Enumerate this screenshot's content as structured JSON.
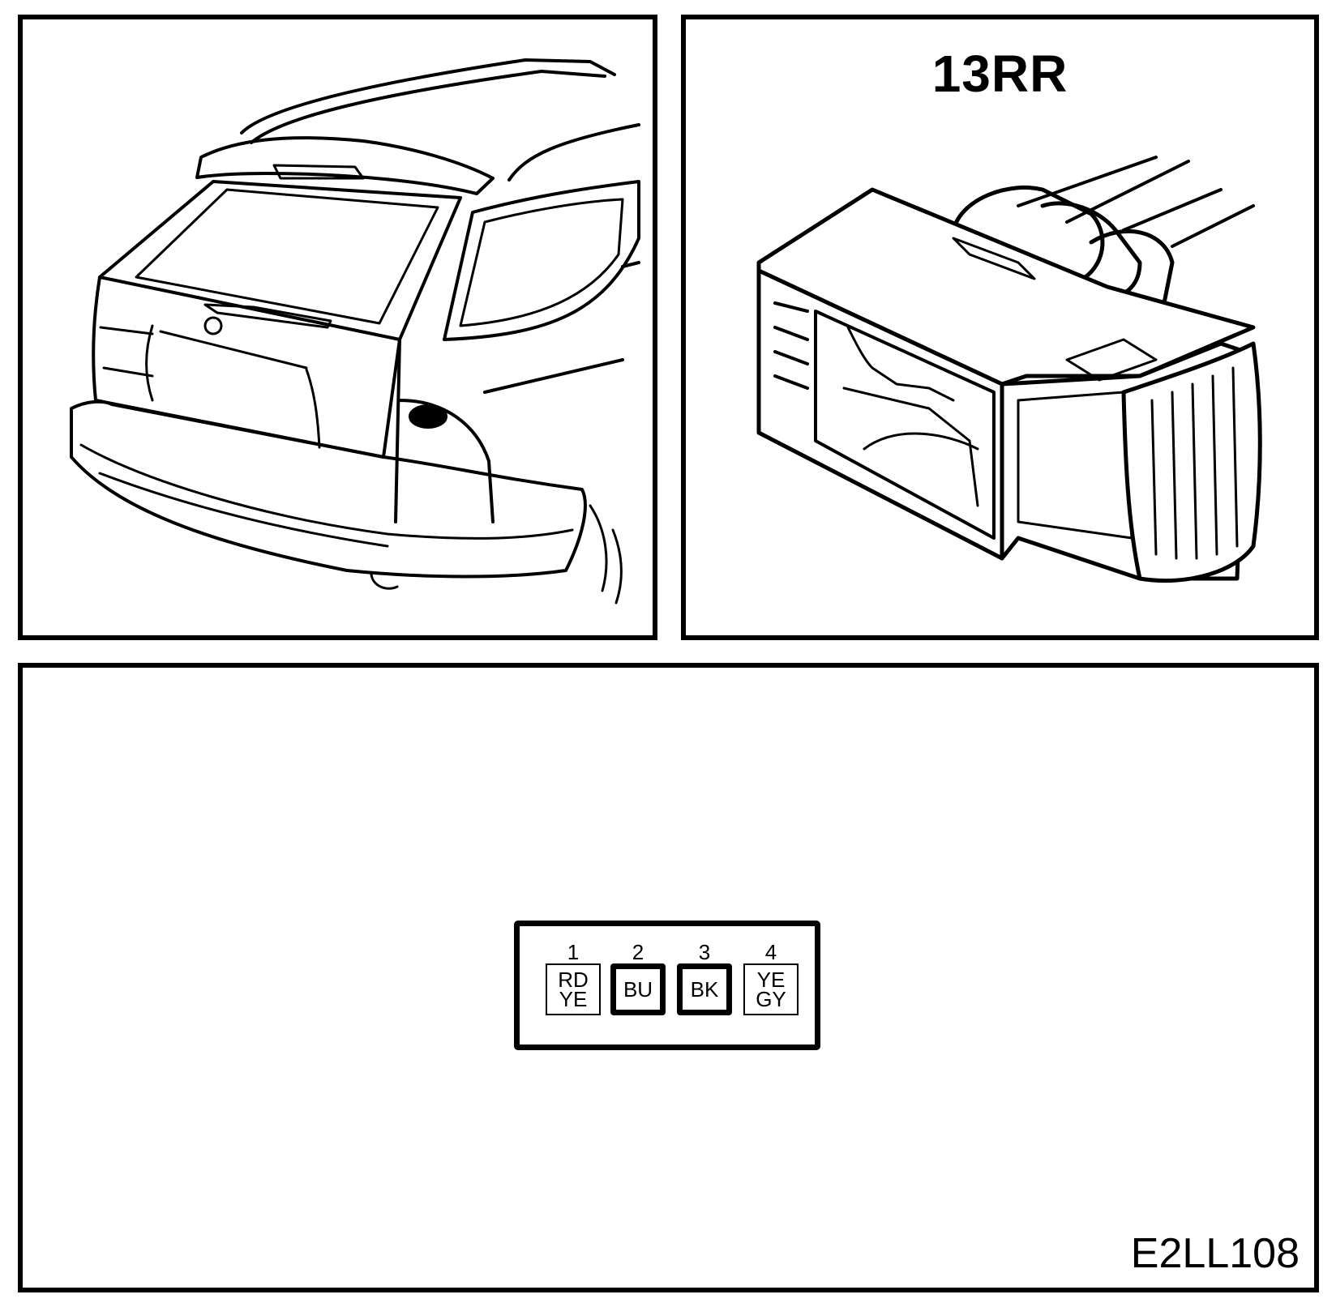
{
  "connector": {
    "title": "13RR",
    "reference": "E2LL108",
    "pins": [
      {
        "number": "1",
        "colors": [
          "RD",
          "YE"
        ],
        "style": "bracket"
      },
      {
        "number": "2",
        "colors": [
          "BU"
        ],
        "style": "solid"
      },
      {
        "number": "3",
        "colors": [
          "BK"
        ],
        "style": "solid"
      },
      {
        "number": "4",
        "colors": [
          "YE",
          "GY"
        ],
        "style": "bracket"
      }
    ]
  },
  "illustrations": {
    "vehicle": "station-wagon-rear-view-icon",
    "connector": "wiring-connector-icon"
  }
}
